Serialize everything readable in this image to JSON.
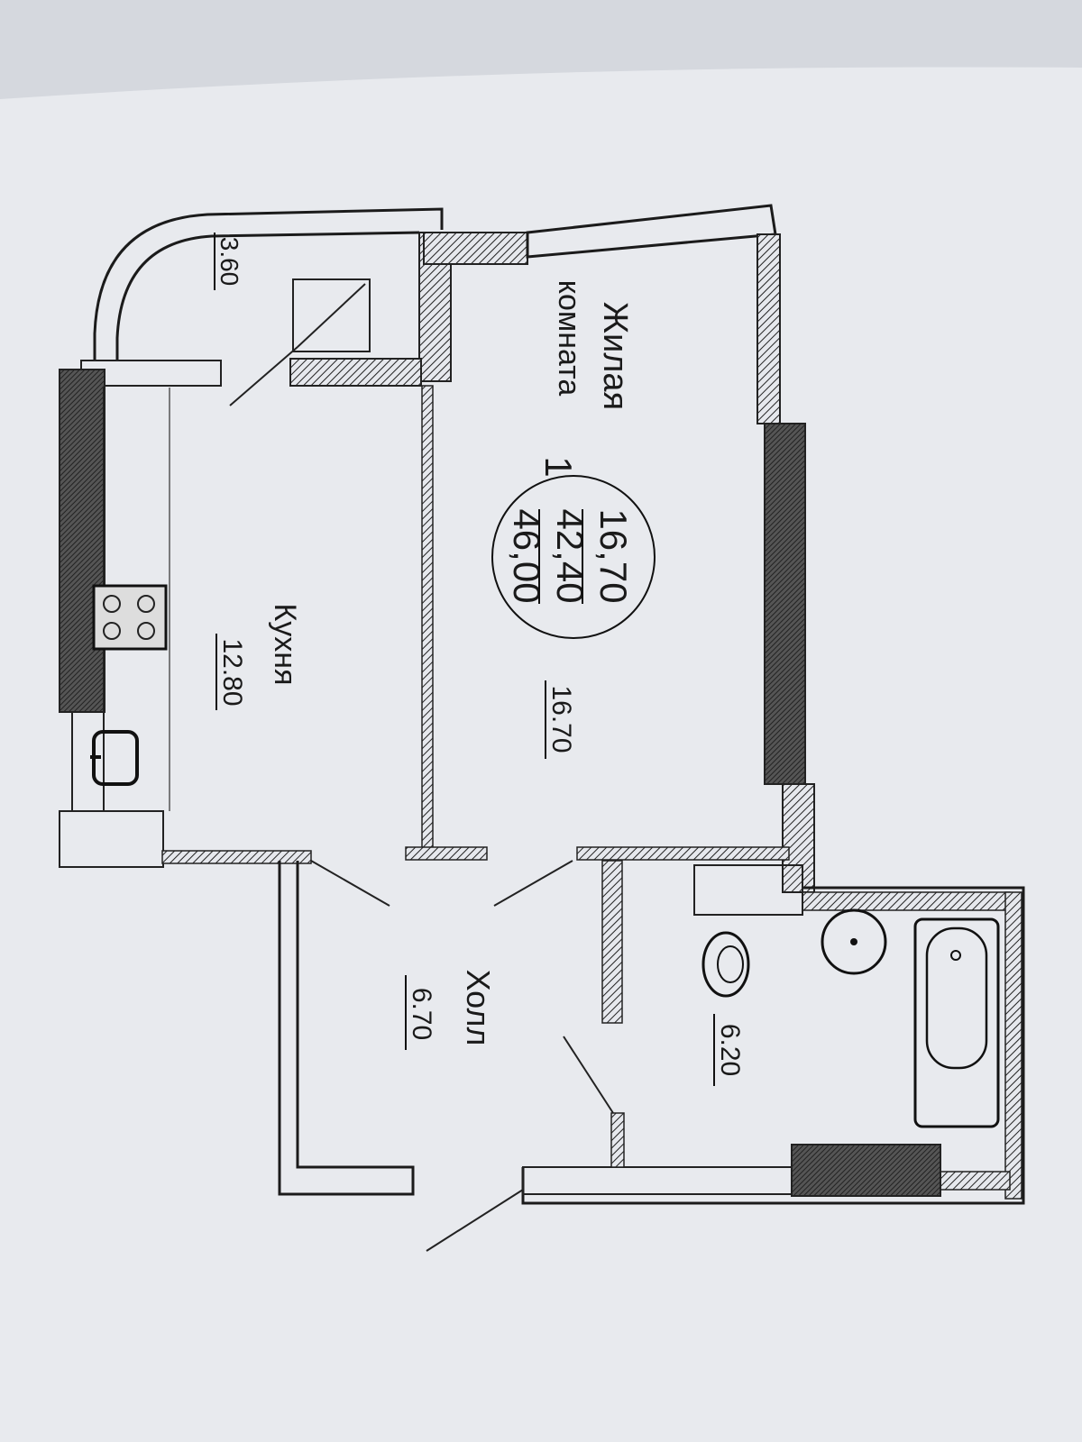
{
  "plan": {
    "living_room": {
      "name_line1": "Жилая",
      "name_line2": "комната",
      "area": "16.70"
    },
    "apartment_badge": {
      "rooms": "1",
      "living_area": "16,70",
      "total_area_no_balcony": "42,40",
      "total_area": "46,00"
    },
    "kitchen": {
      "name": "Кухня",
      "area": "12.80"
    },
    "balcony": {
      "area": "3.60"
    },
    "hall": {
      "name": "Холл",
      "area": "6.70"
    },
    "bathroom": {
      "area": "6.20"
    }
  },
  "colors": {
    "paper": "#e6e8ed",
    "paper_top": "#d5d8de",
    "ink": "#1b1b1b",
    "dark_wall": "#4a4a4a"
  }
}
